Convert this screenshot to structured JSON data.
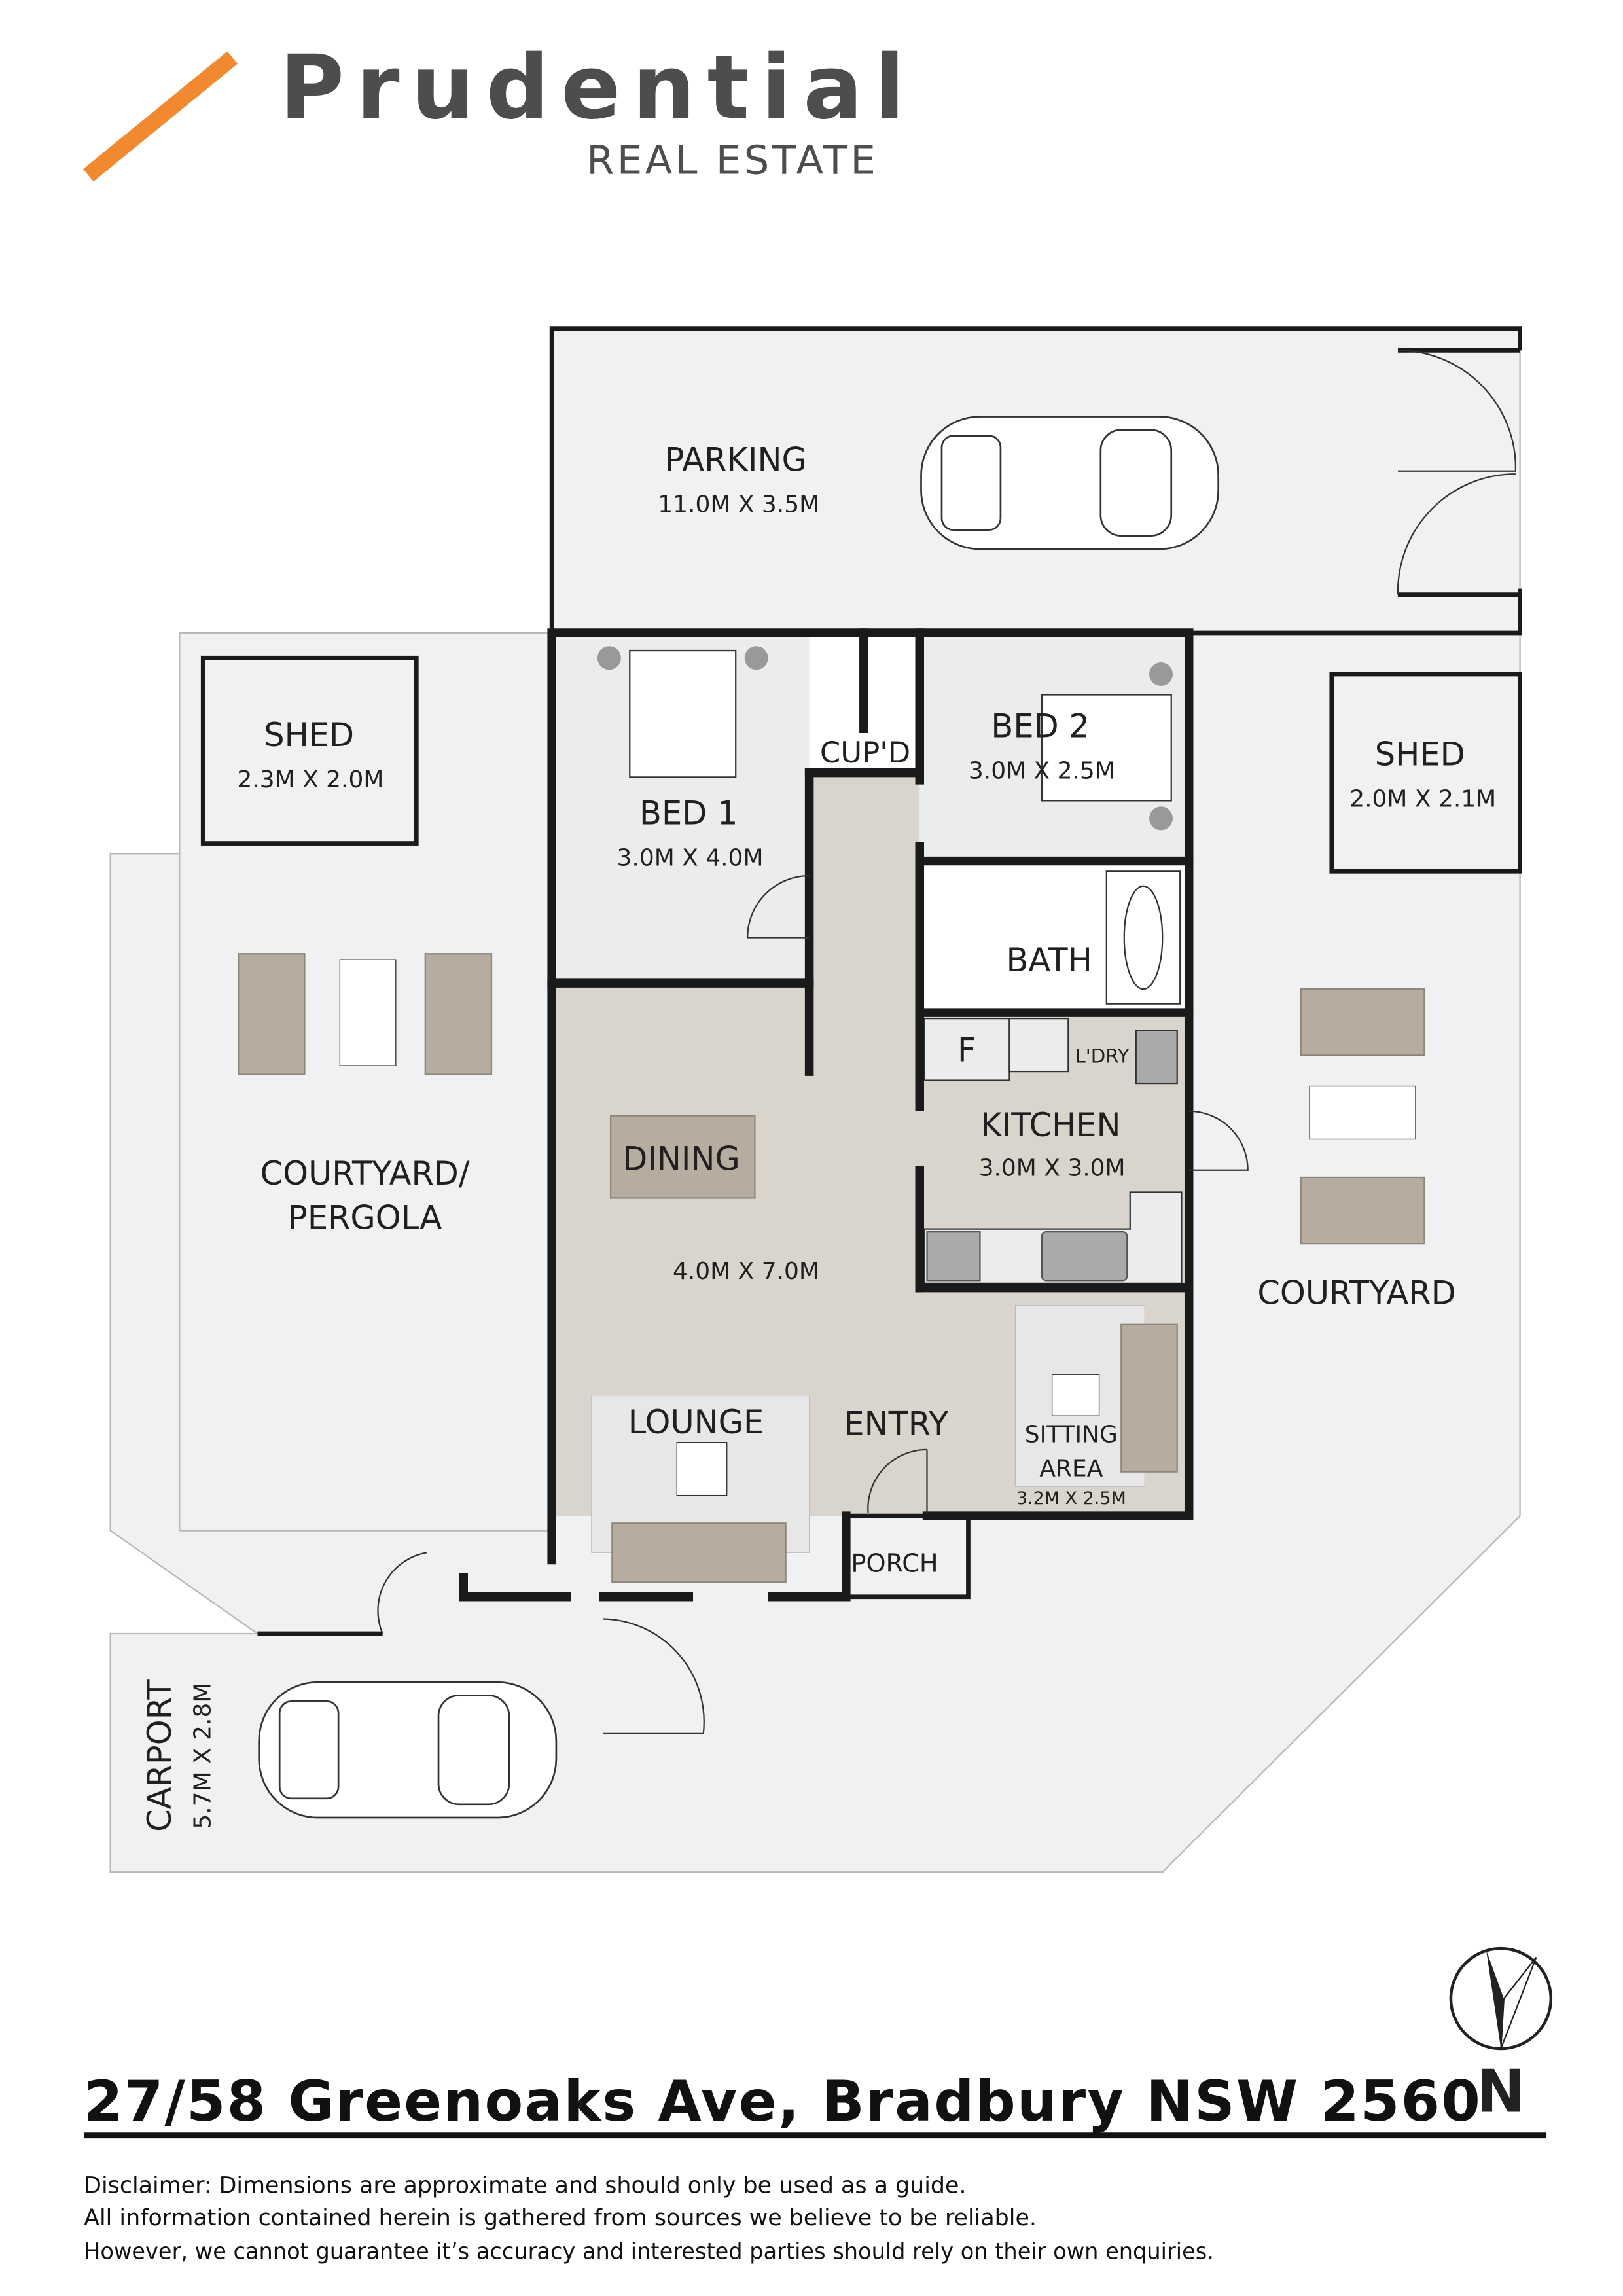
{
  "logo": {
    "name": "Prudential",
    "subtitle": "REAL ESTATE",
    "accent": "#f0892f"
  },
  "rooms": {
    "parking": {
      "name": "PARKING",
      "dims": "11.0M X 3.5M"
    },
    "shed_left": {
      "name": "SHED",
      "dims": "2.3M X 2.0M"
    },
    "shed_right": {
      "name": "SHED",
      "dims": "2.0M X 2.1M"
    },
    "bed1": {
      "name": "BED 1",
      "dims": "3.0M X 4.0M"
    },
    "bed2": {
      "name": "BED 2",
      "dims": "3.0M X 2.5M"
    },
    "cupd": {
      "name": "CUP'D"
    },
    "bath": {
      "name": "BATH"
    },
    "fridge": {
      "name": "F"
    },
    "laundry": {
      "name": "L'DRY"
    },
    "kitchen": {
      "name": "KITCHEN",
      "dims": "3.0M X 3.0M"
    },
    "courtyard_pergola": {
      "name1": "COURTYARD/",
      "name2": "PERGOLA"
    },
    "dining": {
      "name": "DINING",
      "dims": "4.0M X 7.0M"
    },
    "courtyard": {
      "name": "COURTYARD"
    },
    "lounge": {
      "name": "LOUNGE"
    },
    "entry": {
      "name": "ENTRY"
    },
    "sitting": {
      "name1": "SITTING",
      "name2": "AREA",
      "dims": "3.2M X 2.5M"
    },
    "porch": {
      "name": "PORCH"
    },
    "carport": {
      "name": "CARPORT",
      "dims": "5.7M X 2.8M"
    }
  },
  "compass": {
    "label": "N"
  },
  "address": "27/58 Greenoaks Ave, Bradbury NSW 2560",
  "disclaimer": [
    "Disclaimer: Dimensions are approximate and should only be used as a guide.",
    "All information contained herein is gathered from sources we believe to be reliable.",
    "However, we cannot guarantee it’s accuracy and interested parties should rely on their own enquiries."
  ]
}
